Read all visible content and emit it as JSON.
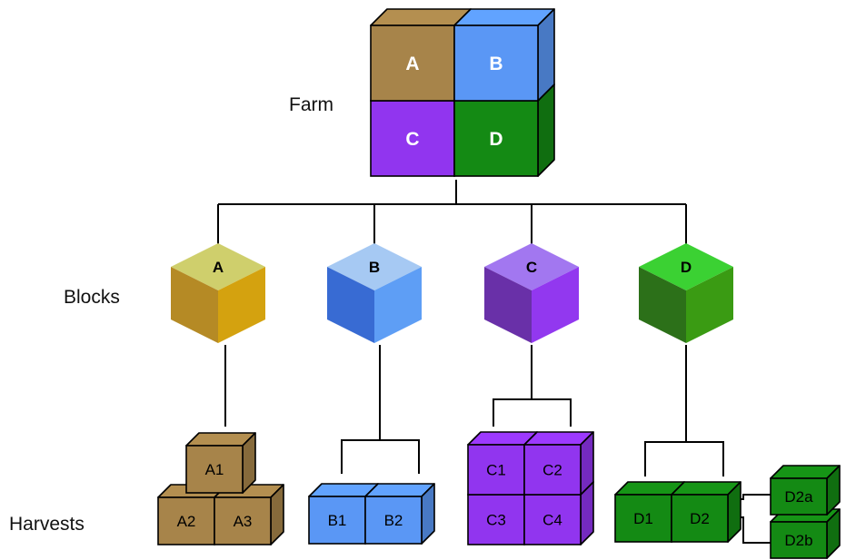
{
  "levels": {
    "farm": "Farm",
    "blocks": "Blocks",
    "harvests": "Harvests"
  },
  "colors": {
    "A": "#a7844a",
    "B": "#5a97f5",
    "C": "#9135ef",
    "D": "#148a14"
  },
  "farm": {
    "quadrants": [
      "A",
      "B",
      "C",
      "D"
    ]
  },
  "blocks": [
    {
      "id": "A",
      "label": "A",
      "top": "#cfcf6c",
      "left": "#b58a25",
      "right": "#d4a20f"
    },
    {
      "id": "B",
      "label": "B",
      "top": "#a6c9f3",
      "left": "#386bd3",
      "right": "#5e9ef5"
    },
    {
      "id": "C",
      "label": "C",
      "top": "#a277f0",
      "left": "#6930a8",
      "right": "#9238ef"
    },
    {
      "id": "D",
      "label": "D",
      "top": "#3bd133",
      "left": "#2c7019",
      "right": "#3a9b13"
    }
  ],
  "harvests": {
    "A": [
      "A1",
      "A2",
      "A3"
    ],
    "B": [
      "B1",
      "B2"
    ],
    "C": [
      "C1",
      "C2",
      "C3",
      "C4"
    ],
    "D": [
      "D1",
      "D2"
    ],
    "D2": [
      "D2a",
      "D2b"
    ]
  }
}
